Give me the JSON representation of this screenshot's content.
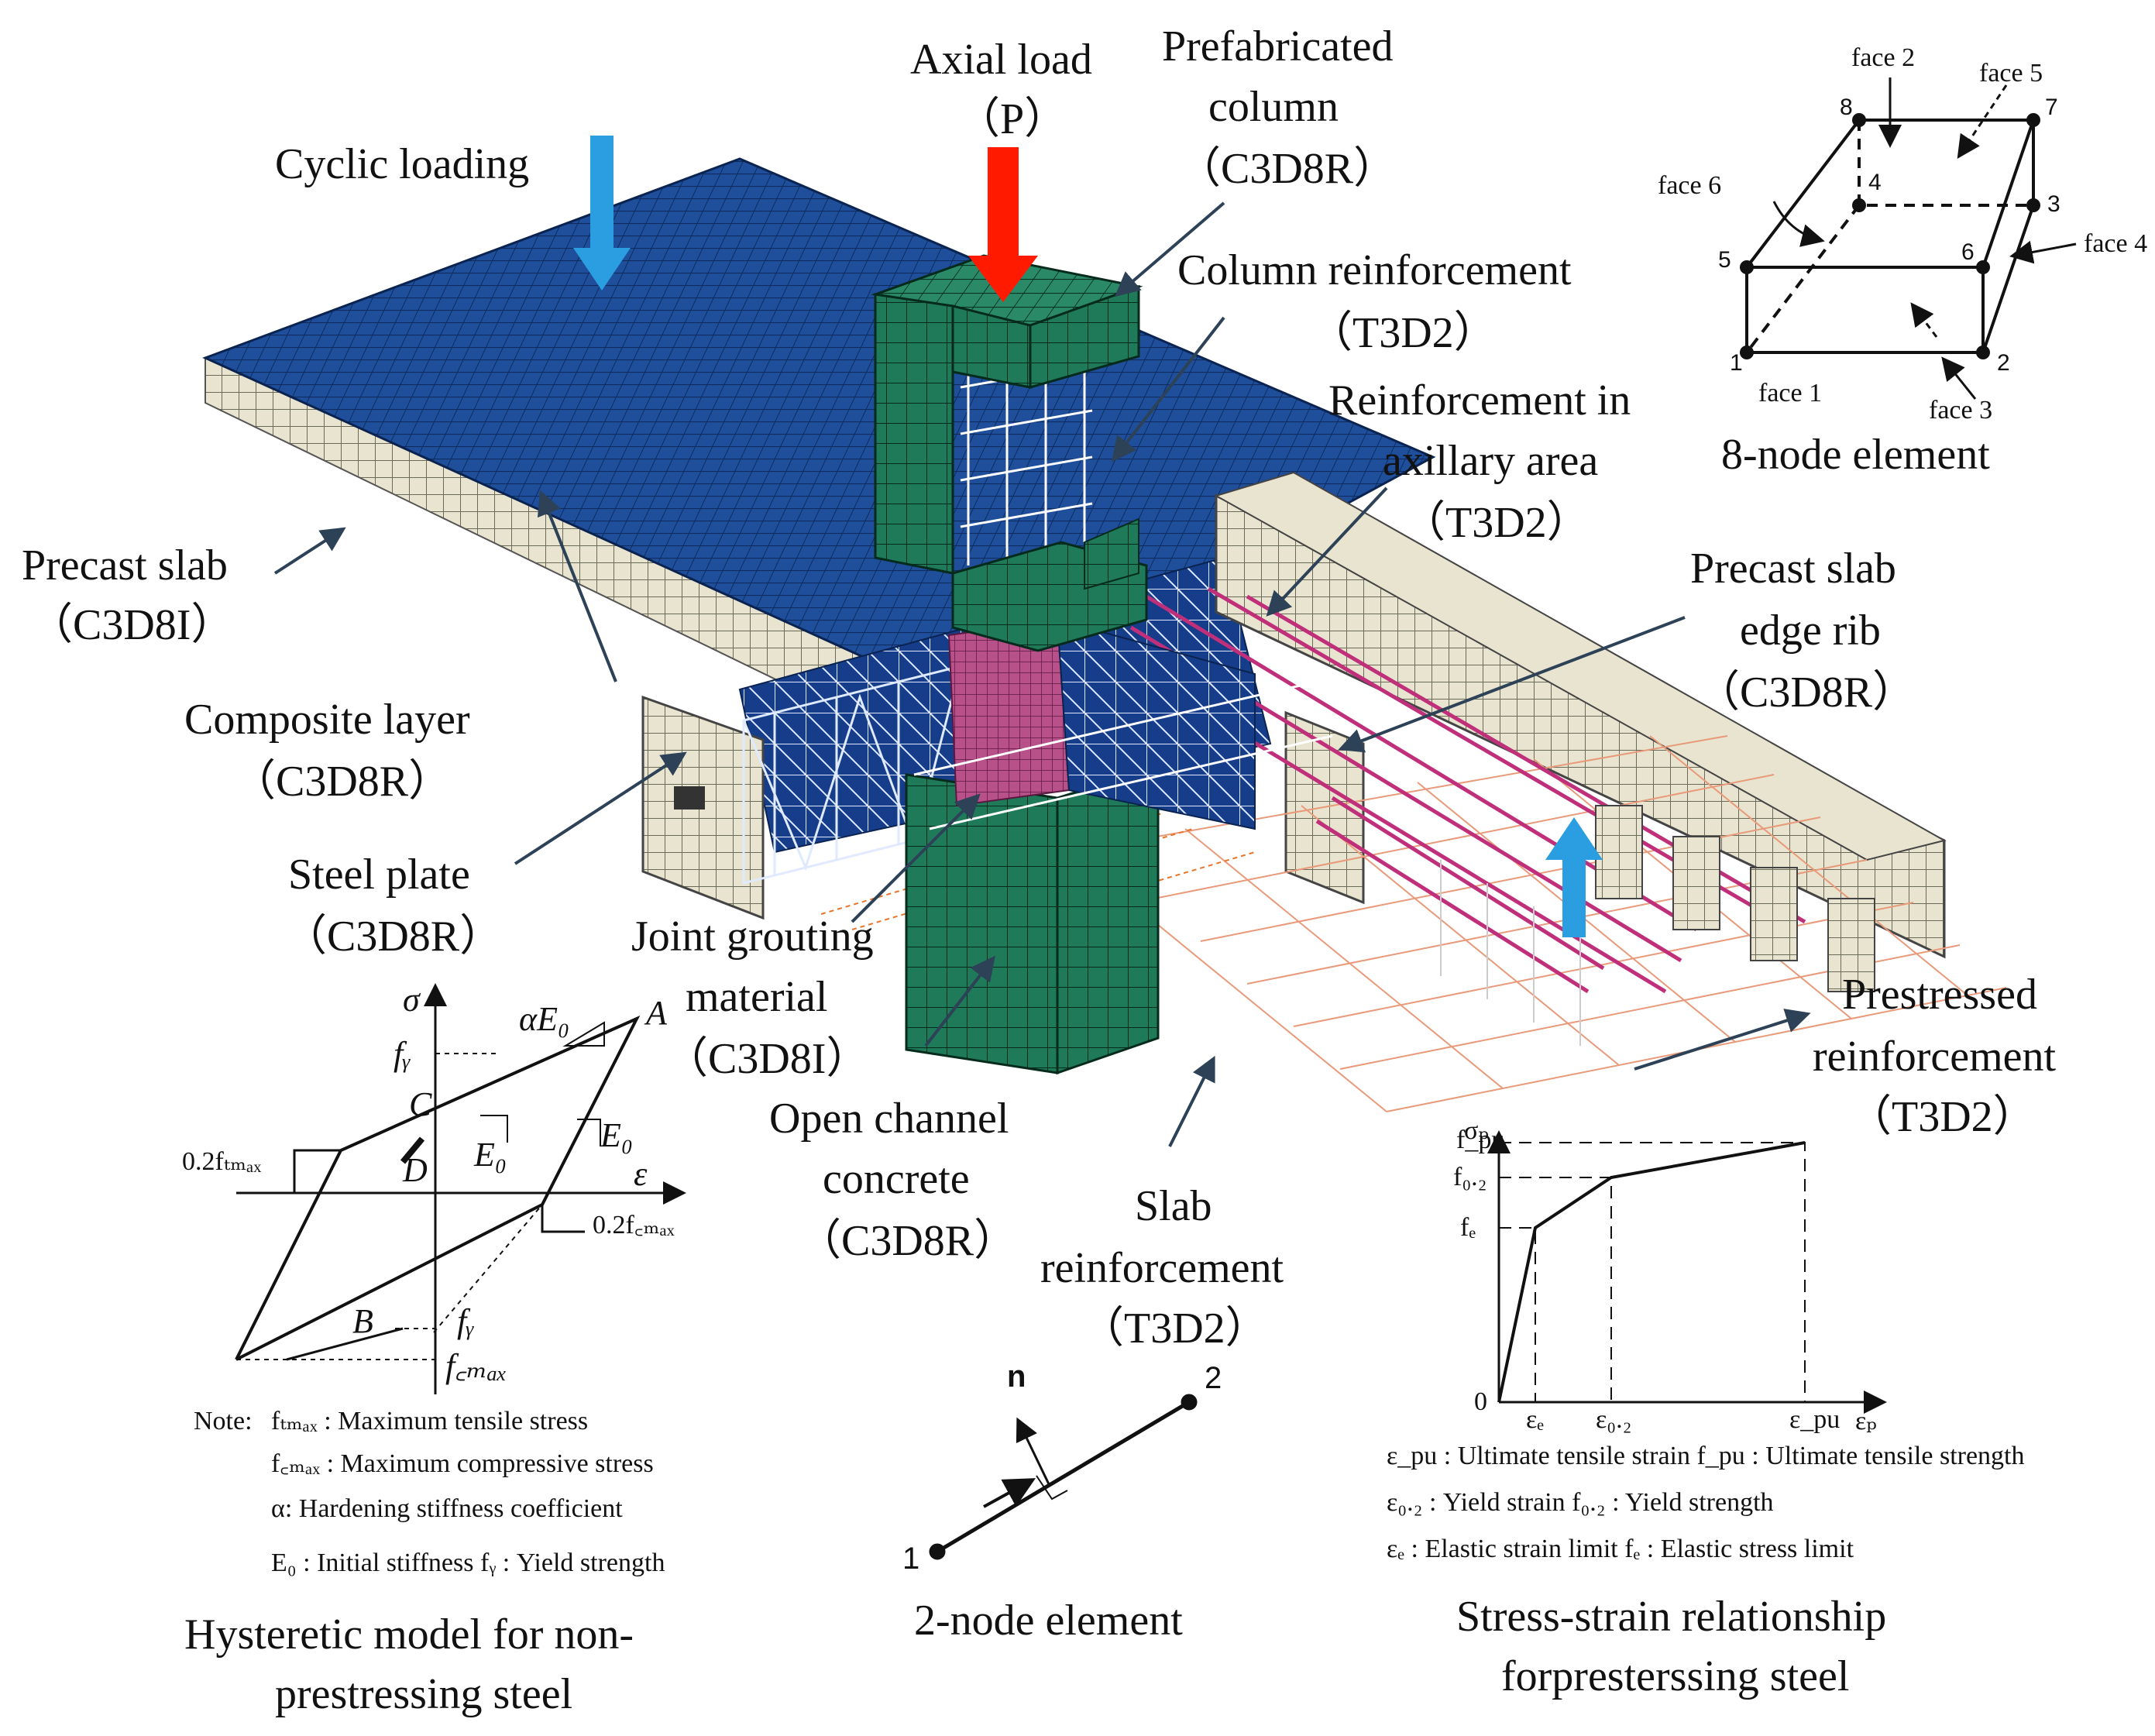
{
  "labels": {
    "cyclic_loading": "Cyclic loading",
    "axial_load": "Axial load",
    "axial_load_p": "（P）",
    "prefab_column_1": "Prefabricated",
    "prefab_column_2": "column",
    "prefab_column_3": "（C3D8R）",
    "col_reinf_1": "Column reinforcement",
    "col_reinf_2": "（T3D2）",
    "axil_reinf_1": "Reinforcement in",
    "axil_reinf_2": "axillary area",
    "axil_reinf_3": "（T3D2）",
    "precast_slab_1": "Precast slab",
    "precast_slab_2": "（C3D8I）",
    "composite_1": "Composite layer",
    "composite_2": "（C3D8R）",
    "steel_plate_1": "Steel plate",
    "steel_plate_2": "（C3D8R）",
    "grout_1": "Joint grouting",
    "grout_2": "material",
    "grout_3": "（C3D8I）",
    "open_channel_1": "Open channel",
    "open_channel_2": "concrete",
    "open_channel_3": "（C3D8R）",
    "slab_reinf_1": "Slab",
    "slab_reinf_2": "reinforcement",
    "slab_reinf_3": "（T3D2）",
    "edge_rib_1": "Precast slab",
    "edge_rib_2": "edge rib",
    "edge_rib_3": "（C3D8R）",
    "prestressed_1": "Prestressed",
    "prestressed_2": "reinforcement",
    "prestressed_3": "（T3D2）"
  },
  "eight_node": {
    "caption": "8-node element",
    "nodes": [
      "1",
      "2",
      "3",
      "4",
      "5",
      "6",
      "7",
      "8"
    ],
    "faces": [
      "face 1",
      "face 2",
      "face 3",
      "face 4",
      "face 5",
      "face 6"
    ]
  },
  "two_node": {
    "caption": "2-node element",
    "node1": "1",
    "node2": "2",
    "normal": "n"
  },
  "hysteretic": {
    "caption_1": "Hysteretic model for non-",
    "caption_2": "prestressing steel",
    "sigma": "σ",
    "epsilon": "ε",
    "alpha_e0": "αE₀",
    "a": "A",
    "b": "B",
    "c": "C",
    "d": "D",
    "fy_top": "fᵧ",
    "e0_1": "E₀",
    "e0_2": "E₀",
    "f_tmax": "0.2fₜₘₐₓ",
    "f_cmax": "0.2f꜀ₘₐₓ",
    "fy_bottom": "fᵧ",
    "fcmax": "f꜀ₘₐₓ",
    "note_prefix": "Note:",
    "note_1": "fₜₘₐₓ : Maximum tensile stress",
    "note_2": "f꜀ₘₐₓ : Maximum compressive stress",
    "note_3": "α:  Hardening stiffness coefficient",
    "note_4": "E₀ : Initial stiffness   fᵧ : Yield strength"
  },
  "prestress_curve": {
    "caption_1": "Stress-strain relationship",
    "caption_2": "forpresterssing steel",
    "y_axis": "σₚ",
    "x_axis": "εₚ",
    "origin": "0",
    "f_pu": "f_pu",
    "f_02": "f₀.₂",
    "f_e": "fₑ",
    "eps_e": "εₑ",
    "eps_02": "ε₀.₂",
    "eps_pu": "ε_pu",
    "legend_1": "ε_pu :  Ultimate tensile strain   f_pu :  Ultimate tensile strength",
    "legend_2": "ε₀.₂ :  Yield strain     f₀.₂ :  Yield strength",
    "legend_3": "εₑ :  Elastic strain limit   fₑ :  Elastic stress limit"
  },
  "colors": {
    "slab_top": "#1f4e9a",
    "slab_side": "#e8e4cf",
    "column": "#1f7a5a",
    "grout": "#b8508a",
    "prestress": "#c0307a",
    "slab_reinf": "#e89a7a",
    "arrow_red": "#ff1a00",
    "arrow_blue": "#2a9ee0"
  }
}
